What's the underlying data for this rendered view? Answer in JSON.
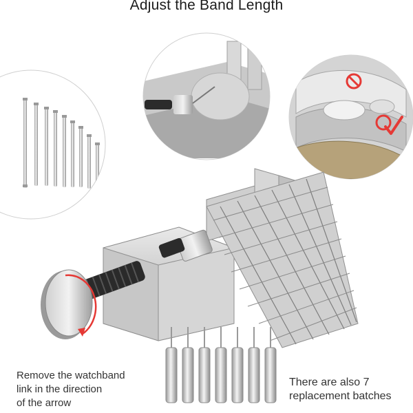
{
  "title": "Adjust the Band Length",
  "captions": {
    "remove": "Remove the watchband\nlink in the direction\nof the arrow",
    "replacement": "There are also 7\nreplacement batches"
  },
  "colors": {
    "metal_light": "#e6e6e6",
    "metal_mid": "#bdbdbd",
    "metal_dark": "#7a7a7a",
    "accent_red": "#e53935",
    "circle_border": "#cfcfcf"
  },
  "icons": [
    "no-symbol-icon",
    "check-icon",
    "direction-arrow-icon"
  ]
}
